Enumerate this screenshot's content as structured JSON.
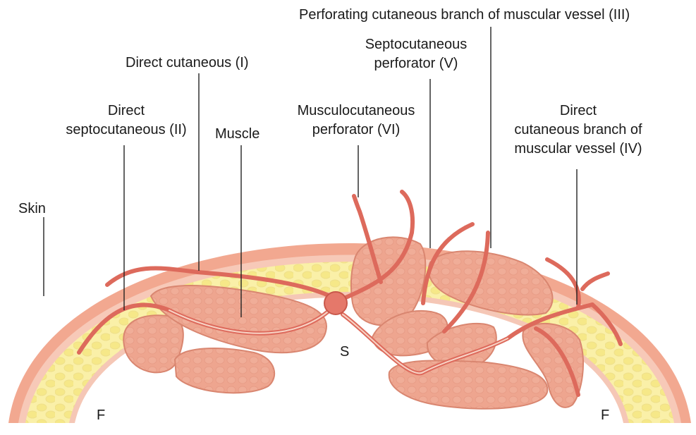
{
  "labels": {
    "skin": "Skin",
    "direct_cutaneous": "Direct cutaneous (I)",
    "direct_septocutaneous": [
      "Direct",
      "septocutaneous (II)"
    ],
    "muscle": "Muscle",
    "musculocutaneous_perforator": [
      "Musculocutaneous",
      "perforator (VI)"
    ],
    "septocutaneous_perforator": [
      "Septocutaneous",
      "perforator  (V)"
    ],
    "perforating_cutaneous_branch": "Perforating cutaneous branch of muscular vessel  (III)",
    "direct_cutaneous_branch": [
      "Direct",
      "cutaneous branch of",
      "muscular vessel (IV)"
    ]
  },
  "markers": {
    "source_vessel": "S",
    "fascia_left": "F",
    "fascia_right": "F"
  },
  "colors": {
    "skin_outer": "#f2a890",
    "skin_inner": "#f7c9b8",
    "fat": "#faf0a8",
    "fat_globule": "#f3e27e",
    "muscle_fill": "#eea58f",
    "muscle_stroke": "#d98670",
    "vessel": "#dd6a5c",
    "vessel_light": "#f8d4c6",
    "leader": "#222222"
  }
}
